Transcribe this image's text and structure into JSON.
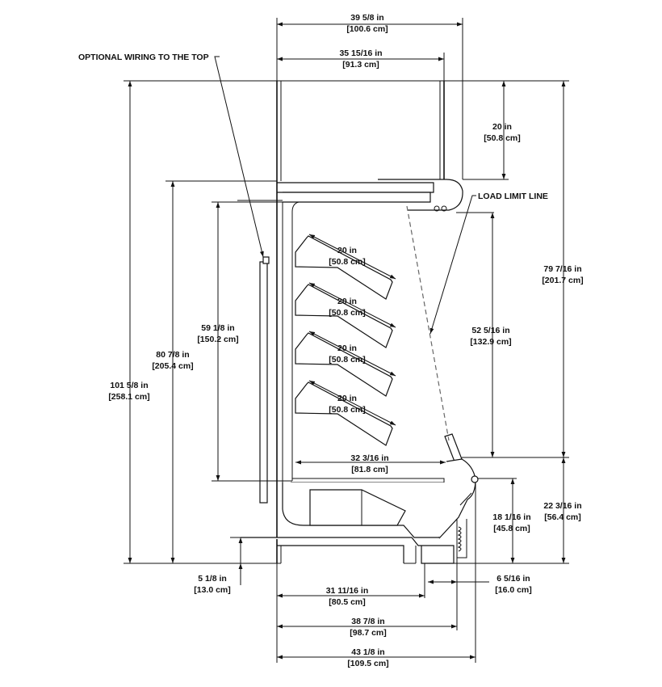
{
  "notes": {
    "optional_wiring": "OPTIONAL WIRING TO THE TOP",
    "load_limit": "LOAD LIMIT LINE"
  },
  "dimensions": {
    "overall_width_top": {
      "imperial": "39 5/8 in",
      "metric": "[100.6 cm]"
    },
    "canopy_width": {
      "imperial": "35 15/16 in",
      "metric": "[91.3 cm]"
    },
    "canopy_height": {
      "imperial": "20 in",
      "metric": "[50.8 cm]"
    },
    "case_height": {
      "imperial": "79 7/16 in",
      "metric": "[201.7 cm]"
    },
    "opening_height": {
      "imperial": "52 5/16 in",
      "metric": "[132.9 cm]"
    },
    "base_height": {
      "imperial": "22 3/16 in",
      "metric": "[56.4 cm]"
    },
    "front_height": {
      "imperial": "18 1/16 in",
      "metric": "[45.8 cm]"
    },
    "overall_height": {
      "imperial": "101 5/8 in",
      "metric": "[258.1 cm]"
    },
    "body_height": {
      "imperial": "80 7/8 in",
      "metric": "[205.4 cm]"
    },
    "interior_height": {
      "imperial": "59 1/8 in",
      "metric": "[150.2 cm]"
    },
    "shelves": [
      {
        "imperial": "20 in",
        "metric": "[50.8 cm]"
      },
      {
        "imperial": "20 in",
        "metric": "[50.8 cm]"
      },
      {
        "imperial": "20 in",
        "metric": "[50.8 cm]"
      },
      {
        "imperial": "20 in",
        "metric": "[50.8 cm]"
      }
    ],
    "deck_depth": {
      "imperial": "32 3/16 in",
      "metric": "[81.8 cm]"
    },
    "leg_height": {
      "imperial": "5 1/8 in",
      "metric": "[13.0 cm]"
    },
    "base_depth": {
      "imperial": "31 11/16 in",
      "metric": "[80.5 cm]"
    },
    "bumper_depth": {
      "imperial": "6 5/16 in",
      "metric": "[16.0 cm]"
    },
    "body_depth": {
      "imperial": "38 7/8 in",
      "metric": "[98.7 cm]"
    },
    "overall_depth": {
      "imperial": "43 1/8 in",
      "metric": "[109.5 cm]"
    }
  }
}
